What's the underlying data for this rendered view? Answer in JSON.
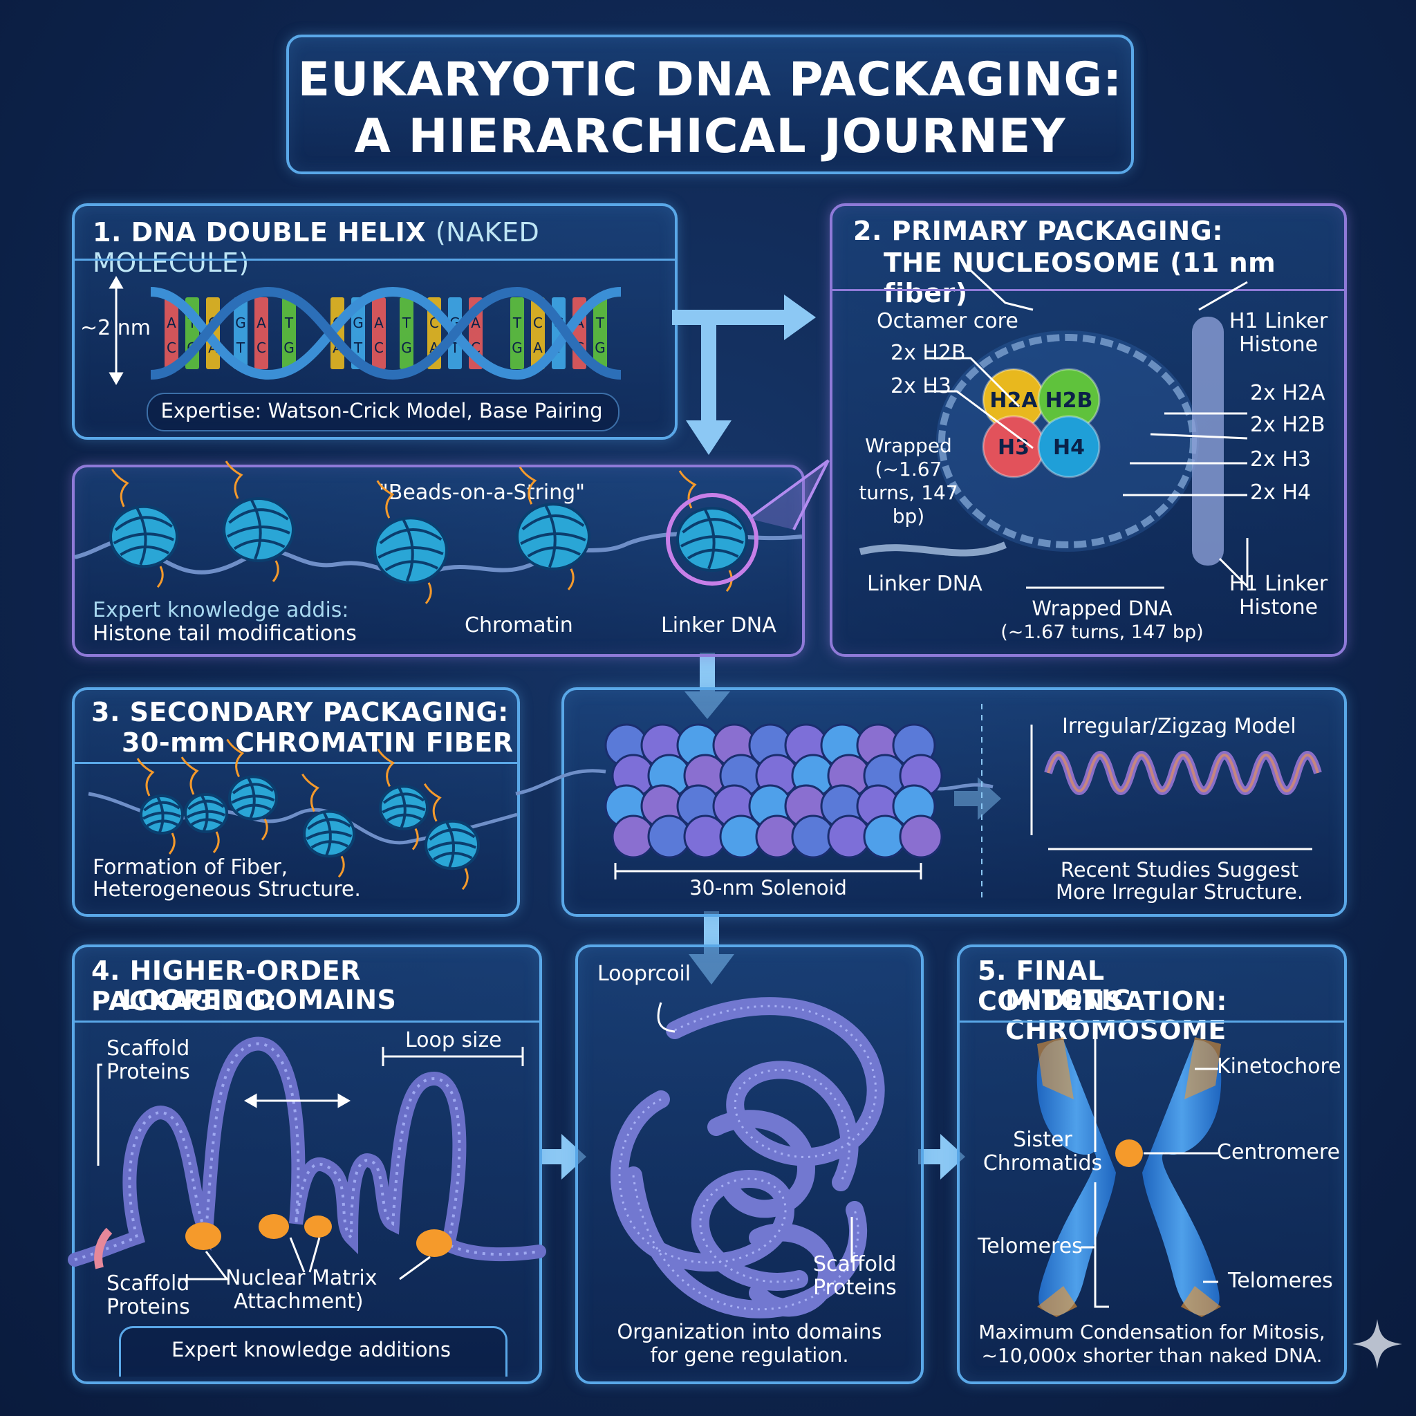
{
  "title": {
    "line1": "EUKARYOTIC DNA PACKAGING:",
    "line2": "A HIERARCHICAL JOURNEY"
  },
  "s1": {
    "heading": "1. DNA DOUBLE HELIX",
    "heading_sub": "(NAKED MOLECULE)",
    "width_label": "~2 nm",
    "caption": "Expertise: Watson-Crick Model, Base Pairing",
    "bases": [
      "A",
      "T",
      "C",
      "G",
      "A",
      "T",
      "C",
      "G",
      "A",
      "T",
      "C",
      "G"
    ]
  },
  "s2": {
    "heading_line1": "2. PRIMARY PACKAGING:",
    "heading_line2": "THE NUCLEOSOME (11 nm fiber)",
    "octamer_core": "Octamer core",
    "left_h2b": "2x H2B",
    "left_h3": "2x H3",
    "wrapped_left": "Wrapped (~1.67 turns, 147 bp)",
    "h1_top": "H1 Linker Histone",
    "h1_bottom": "H1 Linker Histone",
    "right_labels": [
      "2x H2A",
      "2x H2B",
      "2x H3",
      "2x H4"
    ],
    "histones": [
      "H2A",
      "H2B",
      "H3",
      "H4"
    ],
    "linker_dna": "Linker DNA",
    "wrapped_bottom_1": "Wrapped DNA",
    "wrapped_bottom_2": "(~1.67 turns, 147 bp)"
  },
  "beads": {
    "title": "\"Beads-on-a-String\"",
    "expert_1": "Expert knowledge addis:",
    "expert_2": "Histone tail modifications",
    "chromatin": "Chromatin",
    "linker_dna": "Linker DNA"
  },
  "s3": {
    "heading_line1": "3. SECONDARY PACKAGING:",
    "heading_line2": "30-mm CHROMATIN FIBER",
    "caption_1": "Formation of Fiber,",
    "caption_2": "Heterogeneous Structure."
  },
  "solenoid": {
    "label": "30-nm Solenoid",
    "model_title": "Irregular/Zigzag Model",
    "caption_1": "Recent Studies Suggest",
    "caption_2": "More Irregular Structure."
  },
  "s4": {
    "heading_line1": "4. HIGHER-ORDER PACKAGING:",
    "heading_line2": "LOOPED DOMAINS",
    "scaffold_top_1": "Scaffold",
    "scaffold_top_2": "Proteins",
    "loop_size": "Loop size",
    "scaffold_bottom_1": "Scaffold",
    "scaffold_bottom_2": "Proteins",
    "matrix_1": "Nuclear Matrix",
    "matrix_2": "Attachment)",
    "expert": "Expert knowledge additions"
  },
  "coil": {
    "label": "Looprcoil",
    "scaffold_1": "Scaffold",
    "scaffold_2": "Proteins",
    "caption_1": "Organization into domains",
    "caption_2": "for gene regulation."
  },
  "s5": {
    "heading_line1": "5. FINAL CONDENSATION:",
    "heading_line2": "MITOTIC CHROMOSOME",
    "kinetochore": "Kinetochore",
    "sister_1": "Sister",
    "sister_2": "Chromatids",
    "centromere": "Centromere",
    "telomeres_left": "Telomeres",
    "telomeres_right": "Telomeres",
    "caption_1": "Maximum Condensation for Mitosis,",
    "caption_2": "~10,000x shorter than naked DNA."
  },
  "colors": {
    "background": "#0f2752",
    "panel_border": "#5aa8e8",
    "panel_border_purple": "#8f7ad8",
    "h2a": "#e8b81e",
    "h2b": "#5fc23c",
    "h3": "#e2525b",
    "h4": "#1f9fd8",
    "scaffold": "#f59a2b"
  }
}
